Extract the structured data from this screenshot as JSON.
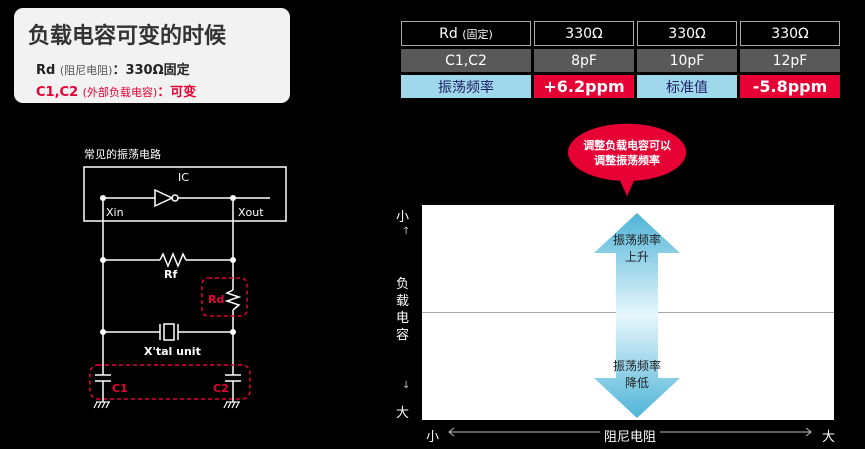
{
  "title": "负载电容可变的时候",
  "line1": {
    "name": "Rd",
    "paren": "(阻尼电阻)",
    "sep": "：",
    "value": "330Ω固定"
  },
  "line2": {
    "name": "C1,C2",
    "paren": "(外部负载电容)",
    "sep": "：",
    "value": "可变"
  },
  "circuit": {
    "caption": "常见的振荡电路",
    "ic": "IC",
    "xin": "Xin",
    "xout": "Xout",
    "rf": "Rf",
    "rd": "Rd",
    "xtal": "X'tal unit",
    "c1": "C1",
    "c2": "C2"
  },
  "table": {
    "row1": {
      "head": "Rd",
      "head_small": "(固定)",
      "v1": "330Ω",
      "v2": "330Ω",
      "v3": "330Ω"
    },
    "row2": {
      "head": "C1,C2",
      "v1": "8pF",
      "v2": "10pF",
      "v3": "12pF"
    },
    "row3": {
      "head": "振荡频率",
      "v1": "+6.2ppm",
      "v2": "标准值",
      "v3": "-5.8ppm"
    }
  },
  "bubble": {
    "line1": "调整负载电容可以",
    "line2": "调整振荡频率"
  },
  "graph": {
    "up_label1": "振荡频率",
    "up_label2": "上升",
    "down_label1": "振荡频率",
    "down_label2": "降低",
    "y_small": "小",
    "y_big": "大",
    "y_label": [
      "负",
      "载",
      "电",
      "容"
    ],
    "x_small": "小",
    "x_big": "大",
    "x_label": "阻尼电阻"
  },
  "colors": {
    "accent_red": "#e60033",
    "cyan": "#9fd8ea",
    "arrow": "#4fb4d8"
  }
}
